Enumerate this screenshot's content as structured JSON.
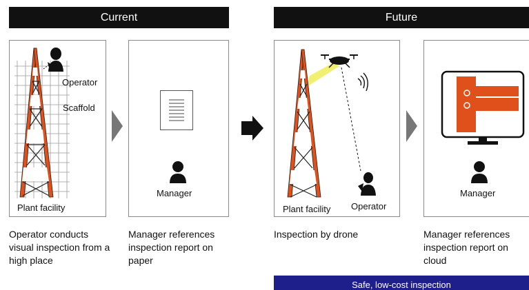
{
  "headers": {
    "current": "Current",
    "future": "Future"
  },
  "panel1": {
    "operator": "Operator",
    "scaffold": "Scaffold",
    "plant": "Plant facility"
  },
  "panel2": {
    "manager": "Manager"
  },
  "panel3": {
    "plant": "Plant facility",
    "operator": "Operator"
  },
  "panel4": {
    "manager": "Manager"
  },
  "captions": [
    "Operator conducts visual inspection from a high place",
    "Manager references inspection report on paper",
    "Inspection by drone",
    "Manager references inspection report on cloud"
  ],
  "banner": "Safe, low-cost inspection",
  "colors": {
    "accent": "#e0501a",
    "dark": "#111111",
    "banner": "#1f1f8c",
    "beam": "#f2f070"
  }
}
